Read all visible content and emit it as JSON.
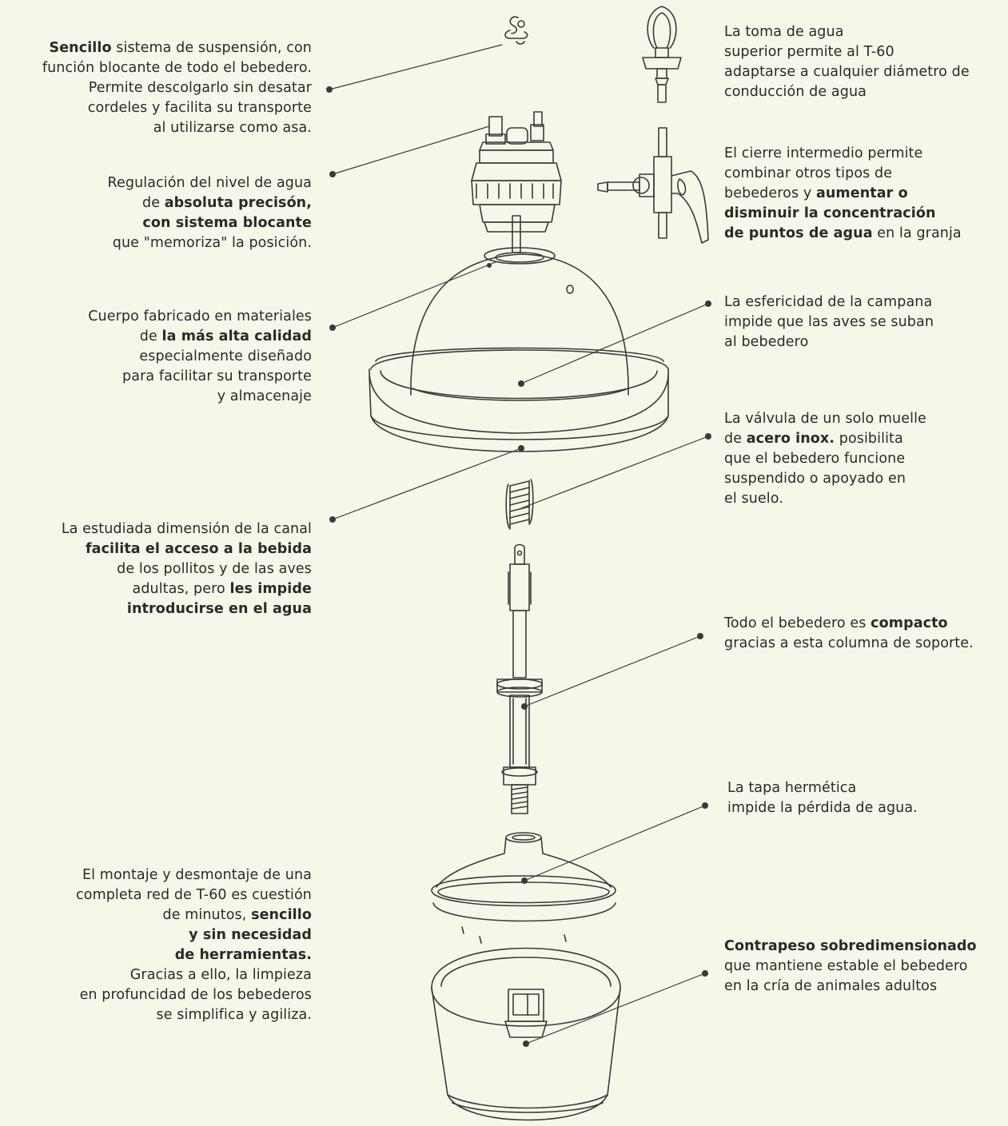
{
  "captions": {
    "suspension": [
      [
        {
          "t": "Sencillo",
          "b": true
        },
        {
          "t": " sistema de suspensión, con"
        }
      ],
      [
        {
          "t": "función blocante de todo el bebedero."
        }
      ],
      [
        {
          "t": "Permite descolgarlo sin desatar"
        }
      ],
      [
        {
          "t": "cordeles y facilita su transporte"
        }
      ],
      [
        {
          "t": "al utilizarse como asa."
        }
      ]
    ],
    "water_level": [
      [
        {
          "t": "Regulación del nivel de agua"
        }
      ],
      [
        {
          "t": "de "
        },
        {
          "t": "absoluta precisón,",
          "b": true
        }
      ],
      [
        {
          "t": "con sistema blocante",
          "b": true
        }
      ],
      [
        {
          "t": "que \"memoriza\" la posición."
        }
      ]
    ],
    "body": [
      [
        {
          "t": "Cuerpo fabricado en materiales"
        }
      ],
      [
        {
          "t": "de "
        },
        {
          "t": "la más alta calidad",
          "b": true
        }
      ],
      [
        {
          "t": "especialmente diseñado"
        }
      ],
      [
        {
          "t": "para facilitar su transporte"
        }
      ],
      [
        {
          "t": "y almacenaje"
        }
      ]
    ],
    "channel": [
      [
        {
          "t": "La estudiada dimensión de la canal"
        }
      ],
      [
        {
          "t": "facilita el acceso a la bebida",
          "b": true
        }
      ],
      [
        {
          "t": "de los pollitos y de las aves"
        }
      ],
      [
        {
          "t": "adultas, pero "
        },
        {
          "t": "les impide",
          "b": true
        }
      ],
      [
        {
          "t": "introducirse en el agua",
          "b": true
        }
      ]
    ],
    "assembly": [
      [
        {
          "t": "El montaje  y desmontaje de una"
        }
      ],
      [
        {
          "t": "completa red de T-60 es cuestión"
        }
      ],
      [
        {
          "t": "de minutos, "
        },
        {
          "t": "sencillo",
          "b": true
        }
      ],
      [
        {
          "t": "y sin necesidad",
          "b": true
        }
      ],
      [
        {
          "t": "de herramientas.",
          "b": true
        }
      ],
      [
        {
          "t": "Gracias a ello, la limpieza"
        }
      ],
      [
        {
          "t": "en profuncidad de los bebederos"
        }
      ],
      [
        {
          "t": "se simplifica y agiliza."
        }
      ]
    ],
    "water_intake": [
      [
        {
          "t": "La toma de agua"
        }
      ],
      [
        {
          "t": "superior permite al T-60"
        }
      ],
      [
        {
          "t": "adaptarse a cualquier diámetro de"
        }
      ],
      [
        {
          "t": "conducción de agua"
        }
      ]
    ],
    "intermediate_valve": [
      [
        {
          "t": "El cierre intermedio permite"
        }
      ],
      [
        {
          "t": "combinar otros tipos de"
        }
      ],
      [
        {
          "t": "bebederos y "
        },
        {
          "t": "aumentar o",
          "b": true
        }
      ],
      [
        {
          "t": "disminuir la concentración",
          "b": true
        }
      ],
      [
        {
          "t": "de puntos de agua",
          "b": true
        },
        {
          "t": " en la granja"
        }
      ]
    ],
    "bell": [
      [
        {
          "t": "La esfericidad de la campana"
        }
      ],
      [
        {
          "t": "impide que las aves se suban"
        }
      ],
      [
        {
          "t": "al bebedero"
        }
      ]
    ],
    "spring": [
      [
        {
          "t": "La válvula de un solo muelle"
        }
      ],
      [
        {
          "t": "de "
        },
        {
          "t": "acero inox.",
          "b": true
        },
        {
          "t": " posibilita"
        }
      ],
      [
        {
          "t": "que el bebedero funcione"
        }
      ],
      [
        {
          "t": "suspendido o apoyado en"
        }
      ],
      [
        {
          "t": "el suelo."
        }
      ]
    ],
    "column": [
      [
        {
          "t": "Todo el bebedero es "
        },
        {
          "t": "compacto",
          "b": true
        }
      ],
      [
        {
          "t": "gracias a esta columna de soporte."
        }
      ]
    ],
    "cap": [
      [
        {
          "t": "La tapa hermética"
        }
      ],
      [
        {
          "t": "impide la pérdida de agua."
        }
      ]
    ],
    "counterweight": [
      [
        {
          "t": "Contrapeso sobredimensionado",
          "b": true
        }
      ],
      [
        {
          "t": "que mantiene estable el bebedero"
        }
      ],
      [
        {
          "t": "en la cría de animales adultos"
        }
      ]
    ]
  },
  "colors": {
    "background": "#f5f8e8",
    "ink": "#2a2a2a",
    "line": "#3a3a3a"
  }
}
